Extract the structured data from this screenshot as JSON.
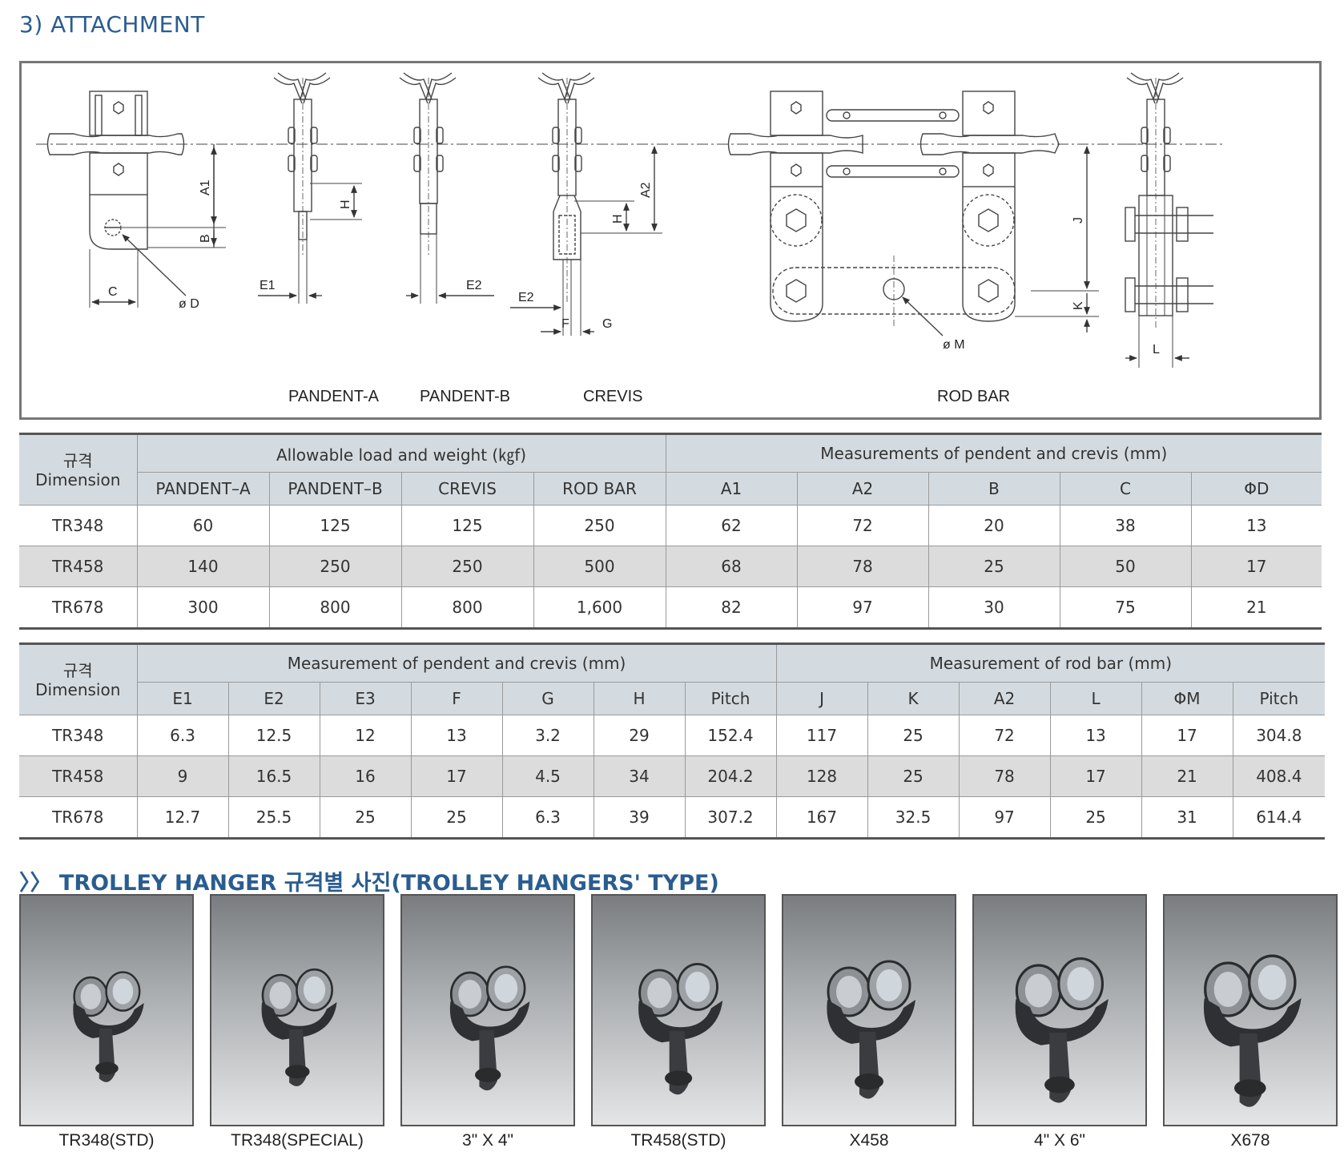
{
  "section_title": "3) ATTACHMENT",
  "drawing": {
    "captions": [
      "PANDENT-A",
      "PANDENT-B",
      "CREVIS",
      "ROD BAR"
    ],
    "labels": {
      "A1": "A1",
      "B": "B",
      "C": "C",
      "D": "ø D",
      "H": "H",
      "E1": "E1",
      "E2": "E2",
      "A2": "A2",
      "F": "F",
      "G": "G",
      "J": "J",
      "K": "K",
      "M": "ø M",
      "L": "L"
    }
  },
  "table1": {
    "dim_ko": "규격",
    "dim_en": "Dimension",
    "group1": "Allowable load and weight (㎏f)",
    "group2": "Measurements of pendent and crevis (mm)",
    "columns": [
      "PANDENT–A",
      "PANDENT–B",
      "CREVIS",
      "ROD BAR",
      "A1",
      "A2",
      "B",
      "C",
      "ΦD"
    ],
    "rows": [
      {
        "name": "TR348",
        "values": [
          "60",
          "125",
          "125",
          "250",
          "62",
          "72",
          "20",
          "38",
          "13"
        ]
      },
      {
        "name": "TR458",
        "values": [
          "140",
          "250",
          "250",
          "500",
          "68",
          "78",
          "25",
          "50",
          "17"
        ]
      },
      {
        "name": "TR678",
        "values": [
          "300",
          "800",
          "800",
          "1,600",
          "82",
          "97",
          "30",
          "75",
          "21"
        ]
      }
    ]
  },
  "table2": {
    "dim_ko": "규격",
    "dim_en": "Dimension",
    "group1": "Measurement of pendent and crevis (mm)",
    "group2": "Measurement of rod bar (mm)",
    "columns": [
      "E1",
      "E2",
      "E3",
      "F",
      "G",
      "H",
      "Pitch",
      "J",
      "K",
      "A2",
      "L",
      "ΦM",
      "Pitch"
    ],
    "rows": [
      {
        "name": "TR348",
        "values": [
          "6.3",
          "12.5",
          "12",
          "13",
          "3.2",
          "29",
          "152.4",
          "117",
          "25",
          "72",
          "13",
          "17",
          "304.8"
        ]
      },
      {
        "name": "TR458",
        "values": [
          "9",
          "16.5",
          "16",
          "17",
          "4.5",
          "34",
          "204.2",
          "128",
          "25",
          "78",
          "17",
          "21",
          "408.4"
        ]
      },
      {
        "name": "TR678",
        "values": [
          "12.7",
          "25.5",
          "25",
          "25",
          "6.3",
          "39",
          "307.2",
          "167",
          "32.5",
          "97",
          "25",
          "31",
          "614.4"
        ]
      }
    ]
  },
  "trolley_title": "〉〉 TROLLEY HANGER 규격별 사진(TROLLEY HANGERS' TYPE)",
  "photos": [
    "TR348(STD)",
    "TR348(SPECIAL)",
    "3\" X 4\"",
    "TR458(STD)",
    "X458",
    "4\" X 6\"",
    "X678"
  ]
}
